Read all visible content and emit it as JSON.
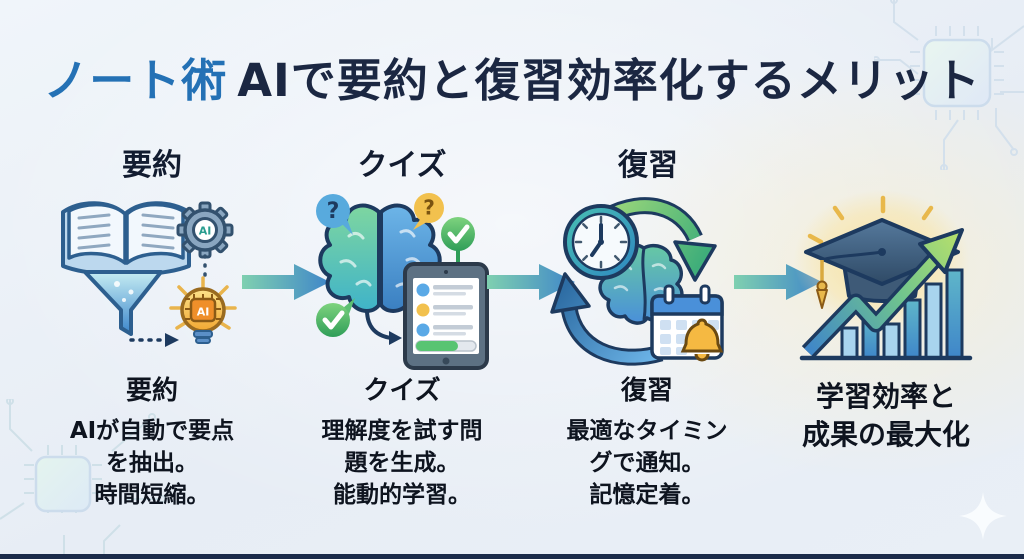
{
  "title": {
    "highlight": "ノート術",
    "rest": "AIで要約と復習効率化するメリット"
  },
  "steps": [
    {
      "top_label": "要約",
      "caption_title": "要約",
      "caption_lines": [
        "AIが自動で要点",
        "を抽出。",
        "時間短縮。"
      ],
      "icon": "book-funnel-gear-lightbulb-icon"
    },
    {
      "top_label": "クイズ",
      "caption_title": "クイズ",
      "caption_lines": [
        "理解度を試す問",
        "題を生成。",
        "能動的学習。"
      ],
      "icon": "brain-quiz-tablet-icon"
    },
    {
      "top_label": "復習",
      "caption_title": "復習",
      "caption_lines": [
        "最適なタイミン",
        "グで通知。",
        "記憶定着。"
      ],
      "icon": "clock-brain-calendar-bell-icon"
    },
    {
      "caption_title_line1": "学習効率と",
      "caption_title_line2": "成果の最大化",
      "icon": "graduation-cap-growth-chart-icon"
    }
  ],
  "icon_labels": {
    "gear_ai": "AI",
    "bulb_chip_ai": "AI",
    "question_blue": "?",
    "question_yellow": "?"
  },
  "colors": {
    "accent_blue": "#2471b5",
    "title_navy": "#1b2742",
    "text_dark": "#0e141f",
    "flow_arrow_start": "#7fd0b0",
    "flow_arrow_end": "#3f86c9",
    "background": "#e9eff6",
    "circuit_line": "#d3e0ec",
    "highlight_yellow": "#e8b84b"
  }
}
